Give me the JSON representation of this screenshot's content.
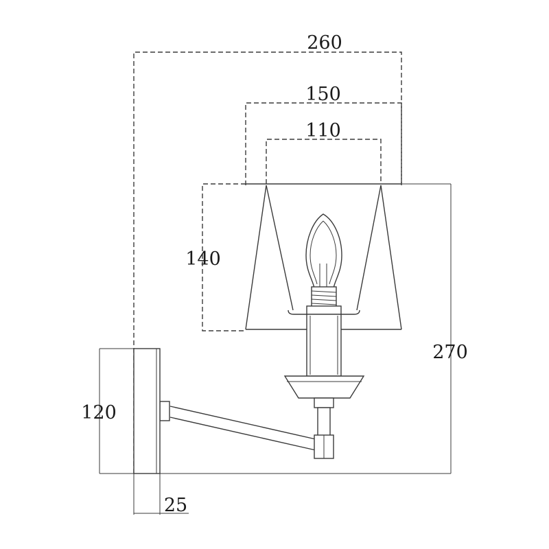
{
  "dimensions": {
    "overall_width": "260",
    "shade_width": "150",
    "shade_top_width": "110",
    "shade_height": "140",
    "overall_height": "270",
    "backplate_height": "120",
    "backplate_depth": "25"
  },
  "colors": {
    "line": "#3a3a3a",
    "text": "#1a1a1a",
    "background": "#ffffff"
  }
}
